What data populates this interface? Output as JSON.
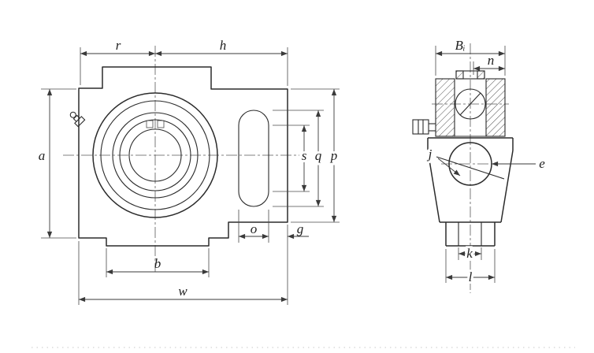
{
  "labels": {
    "front": {
      "r": "r",
      "h": "h",
      "a": "a",
      "s": "s",
      "q": "q",
      "p": "p",
      "o": "o",
      "g": "g",
      "b": "b",
      "w": "w"
    },
    "side": {
      "bi": "Bᵢ",
      "n": "n",
      "j": "j",
      "e": "e",
      "k": "k",
      "l": "l"
    }
  },
  "colors": {
    "object_line": "#2b2b2b",
    "dimension_line": "#3a3a3a",
    "background": "#ffffff"
  }
}
